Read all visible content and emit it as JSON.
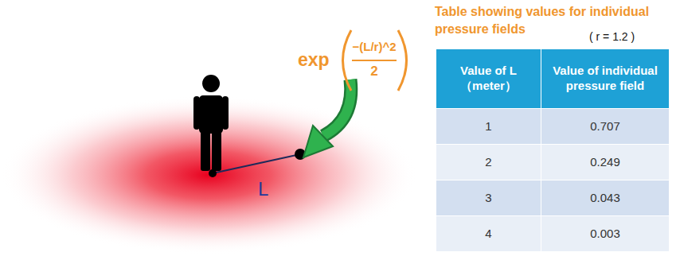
{
  "diagram": {
    "labels": [
      "exp",
      "−(L/r)^2",
      "2",
      "L",
      "Table showing values for individual pressure fields",
      "( r = 1.2 )",
      "Value of L（meter）",
      "Value of individual pressure field",
      "1",
      "0.707",
      "2",
      "0.249",
      "3",
      "0.043",
      "4",
      "0.003"
    ]
  }
}
